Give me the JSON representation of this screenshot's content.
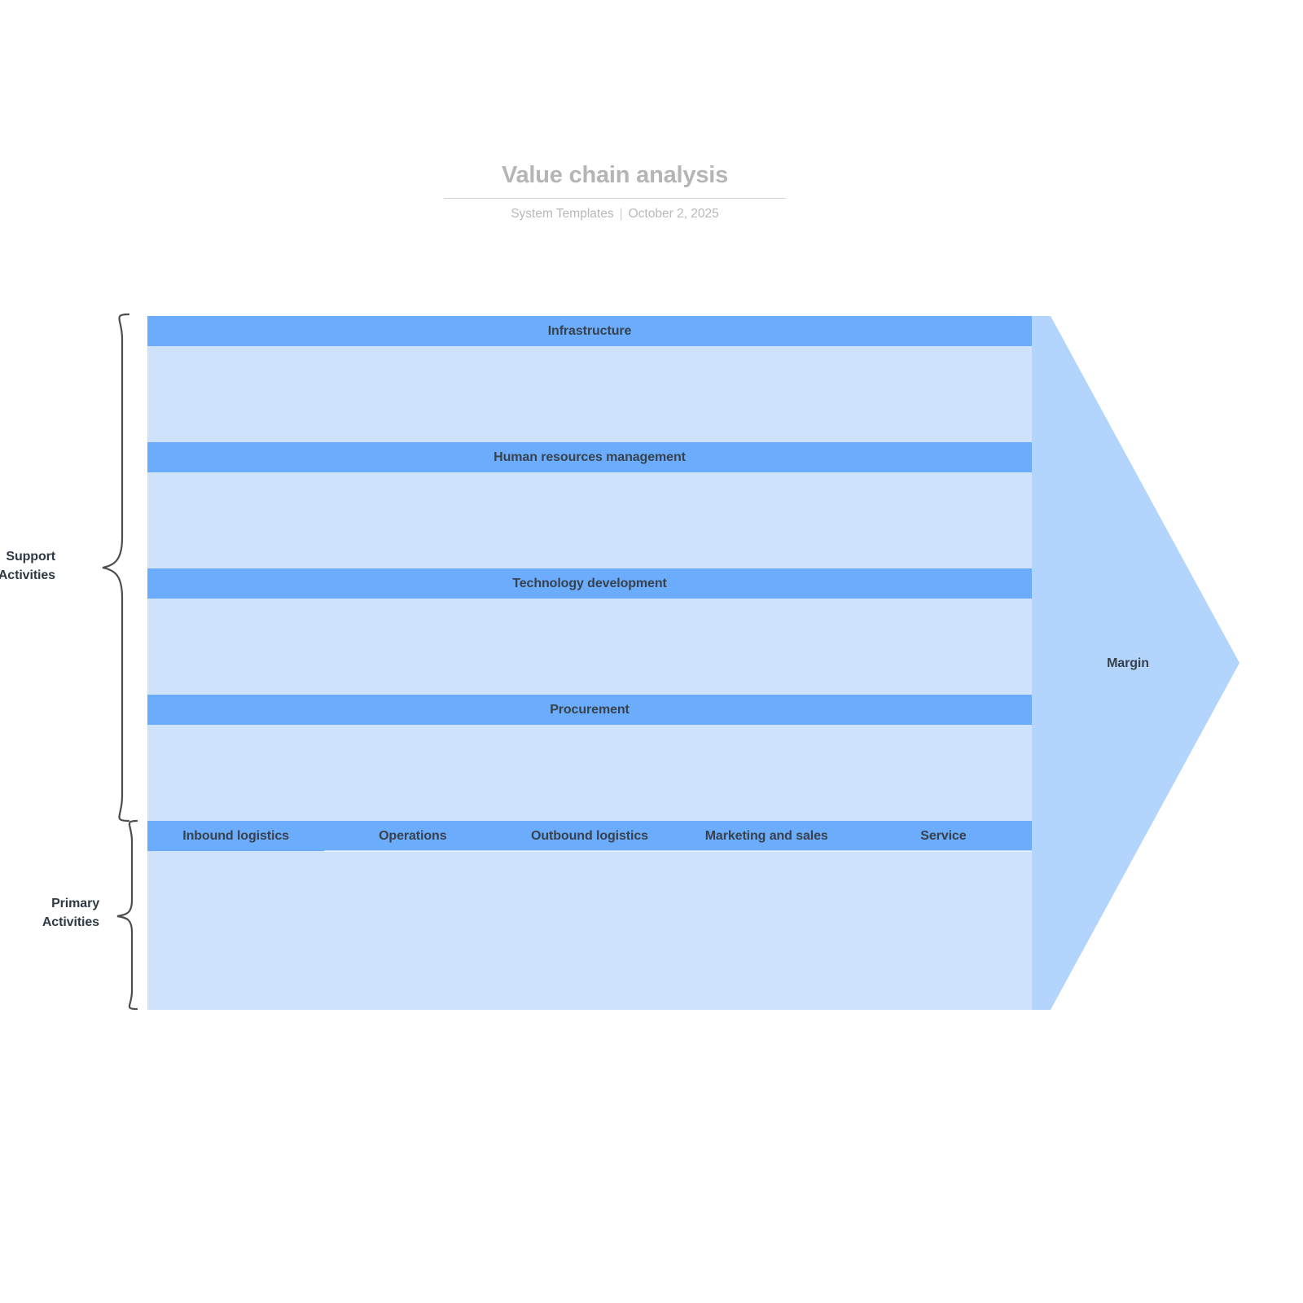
{
  "header": {
    "title": "Value chain analysis",
    "source": "System Templates",
    "separator": "|",
    "date": "October 2, 2025"
  },
  "diagram": {
    "type": "value-chain",
    "groups": {
      "support": {
        "label": "Support\nActivities",
        "label_line1": "Support",
        "label_line2": "Activities"
      },
      "primary": {
        "label_line1": "Primary",
        "label_line2": "Activities"
      }
    },
    "support_activities": [
      {
        "label": "Infrastructure"
      },
      {
        "label": "Human resources management"
      },
      {
        "label": "Technology development"
      },
      {
        "label": "Procurement"
      }
    ],
    "primary_activities": [
      {
        "label": "Inbound logistics"
      },
      {
        "label": "Operations"
      },
      {
        "label": "Outbound logistics"
      },
      {
        "label": "Marketing and sales"
      },
      {
        "label": "Service"
      }
    ],
    "margin": {
      "label": "Margin"
    },
    "colors": {
      "bar": "#6cacfc",
      "panel": "#cfe2fc",
      "arrow": "#b3d4fd",
      "text": "#37424c",
      "title": "#b5b5b5",
      "brace": "#4d4d4d"
    }
  }
}
